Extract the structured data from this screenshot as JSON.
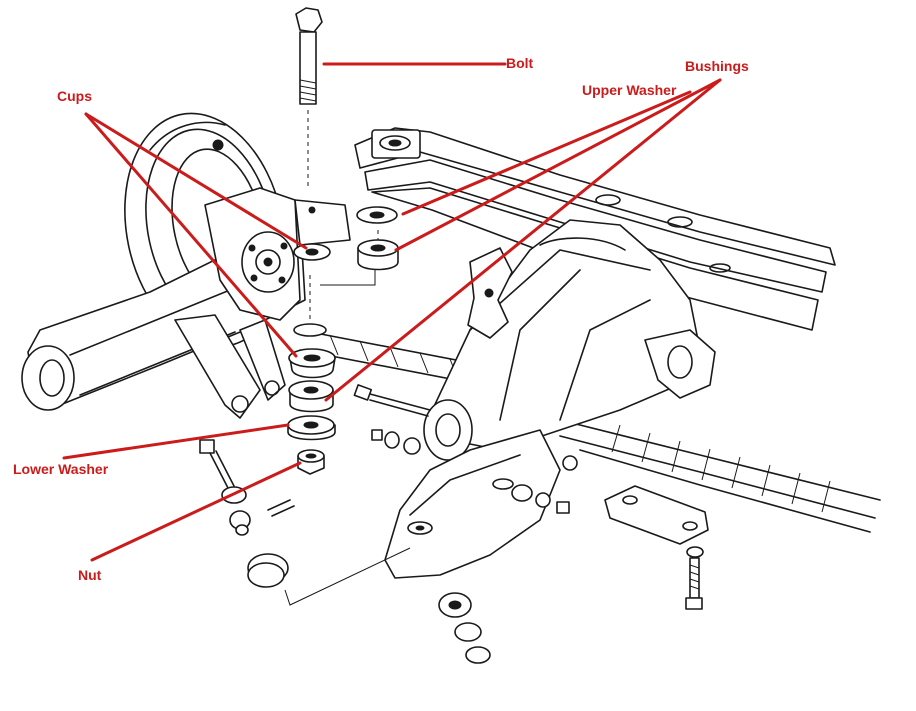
{
  "colors": {
    "label": "#cc1b1b",
    "line_art": "#1a1a1a",
    "background": "#ffffff"
  },
  "labels": {
    "bolt": "Bolt",
    "bushings": "Bushings",
    "upper_washer": "Upper Washer",
    "cups": "Cups",
    "lower_washer": "Lower Washer",
    "nut": "Nut"
  }
}
